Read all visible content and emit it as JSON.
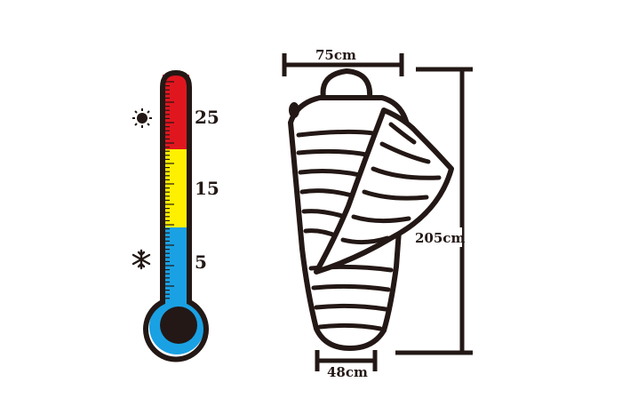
{
  "colors": {
    "outline": "#231815",
    "hot": "#e0161f",
    "warm": "#fff000",
    "cold": "#1aa1e4",
    "bulb_ring": "#1aa1e4",
    "bulb_core": "#231815",
    "bag_fill": "#ffffff"
  },
  "thermometer": {
    "labels": [
      "25",
      "15",
      "5"
    ],
    "icons": [
      "sun-icon",
      "snowflake-icon"
    ]
  },
  "dimensions": {
    "top_width": "75cm",
    "length": "205cm",
    "bottom_width": "48cm"
  }
}
